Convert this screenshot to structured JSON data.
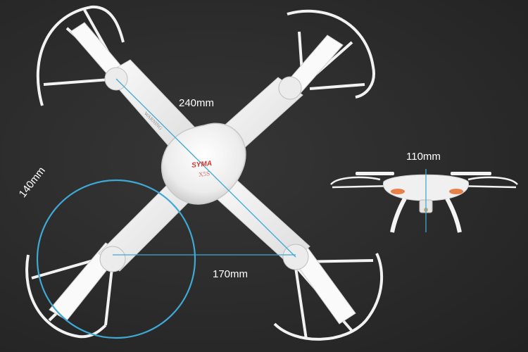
{
  "dimensions": {
    "diagonal": "240mm",
    "motor_spacing": "170mm",
    "height": "110mm",
    "propeller_guard": "140mm"
  },
  "branding": {
    "logo_text": "SYMA",
    "model_text": "X5S",
    "arm_warning_text": "WARNING"
  },
  "colors": {
    "background": "#2c2c2c",
    "drone_body": "#f4f4f4",
    "measure_line": "#3fa9d6",
    "logo_red": "#d9322b"
  }
}
